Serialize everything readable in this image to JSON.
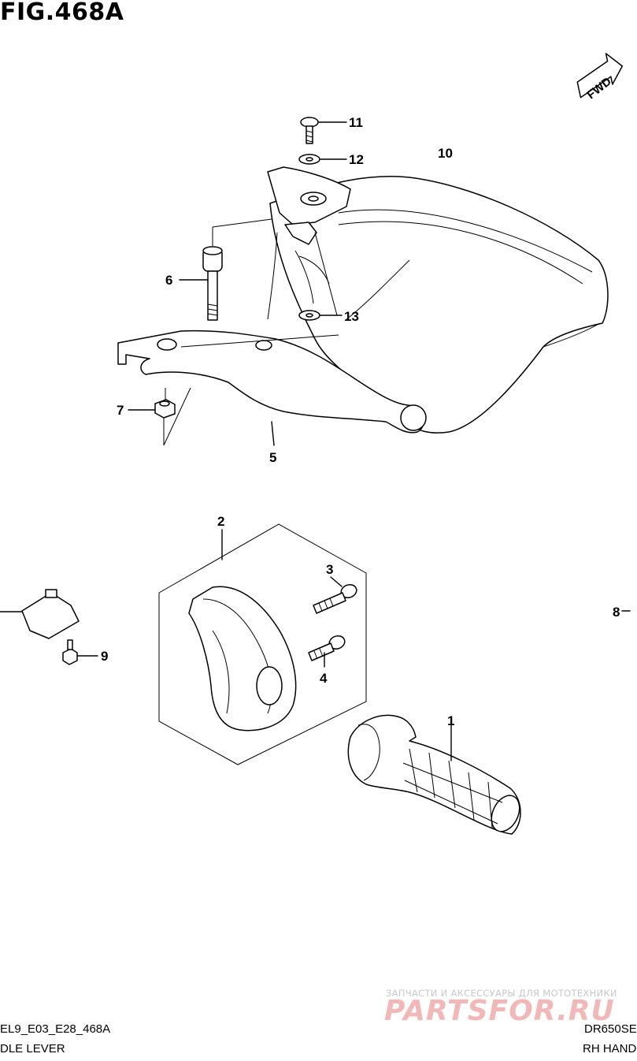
{
  "figure": {
    "title": "FIG.468A"
  },
  "direction": {
    "label": "FWD"
  },
  "callouts": [
    {
      "id": "11",
      "label": "11"
    },
    {
      "id": "12",
      "label": "12"
    },
    {
      "id": "10",
      "label": "10"
    },
    {
      "id": "6",
      "label": "6"
    },
    {
      "id": "13",
      "label": "13"
    },
    {
      "id": "7",
      "label": "7"
    },
    {
      "id": "5",
      "label": "5"
    },
    {
      "id": "2",
      "label": "2"
    },
    {
      "id": "3",
      "label": "3"
    },
    {
      "id": "8",
      "label": "8"
    },
    {
      "id": "9",
      "label": "9"
    },
    {
      "id": "4",
      "label": "4"
    },
    {
      "id": "1",
      "label": "1"
    }
  ],
  "watermark": {
    "tagline": "ЗАПЧАСТИ И АКСЕССУАРЫ ДЛЯ МОТОТЕХНИКИ",
    "logo": "PARTSFOR.RU"
  },
  "footer": {
    "code": "EL9_E03_E28_468A",
    "model": "DR650SE",
    "left_caption": "DLE LEVER",
    "right_caption": "RH HAND"
  }
}
